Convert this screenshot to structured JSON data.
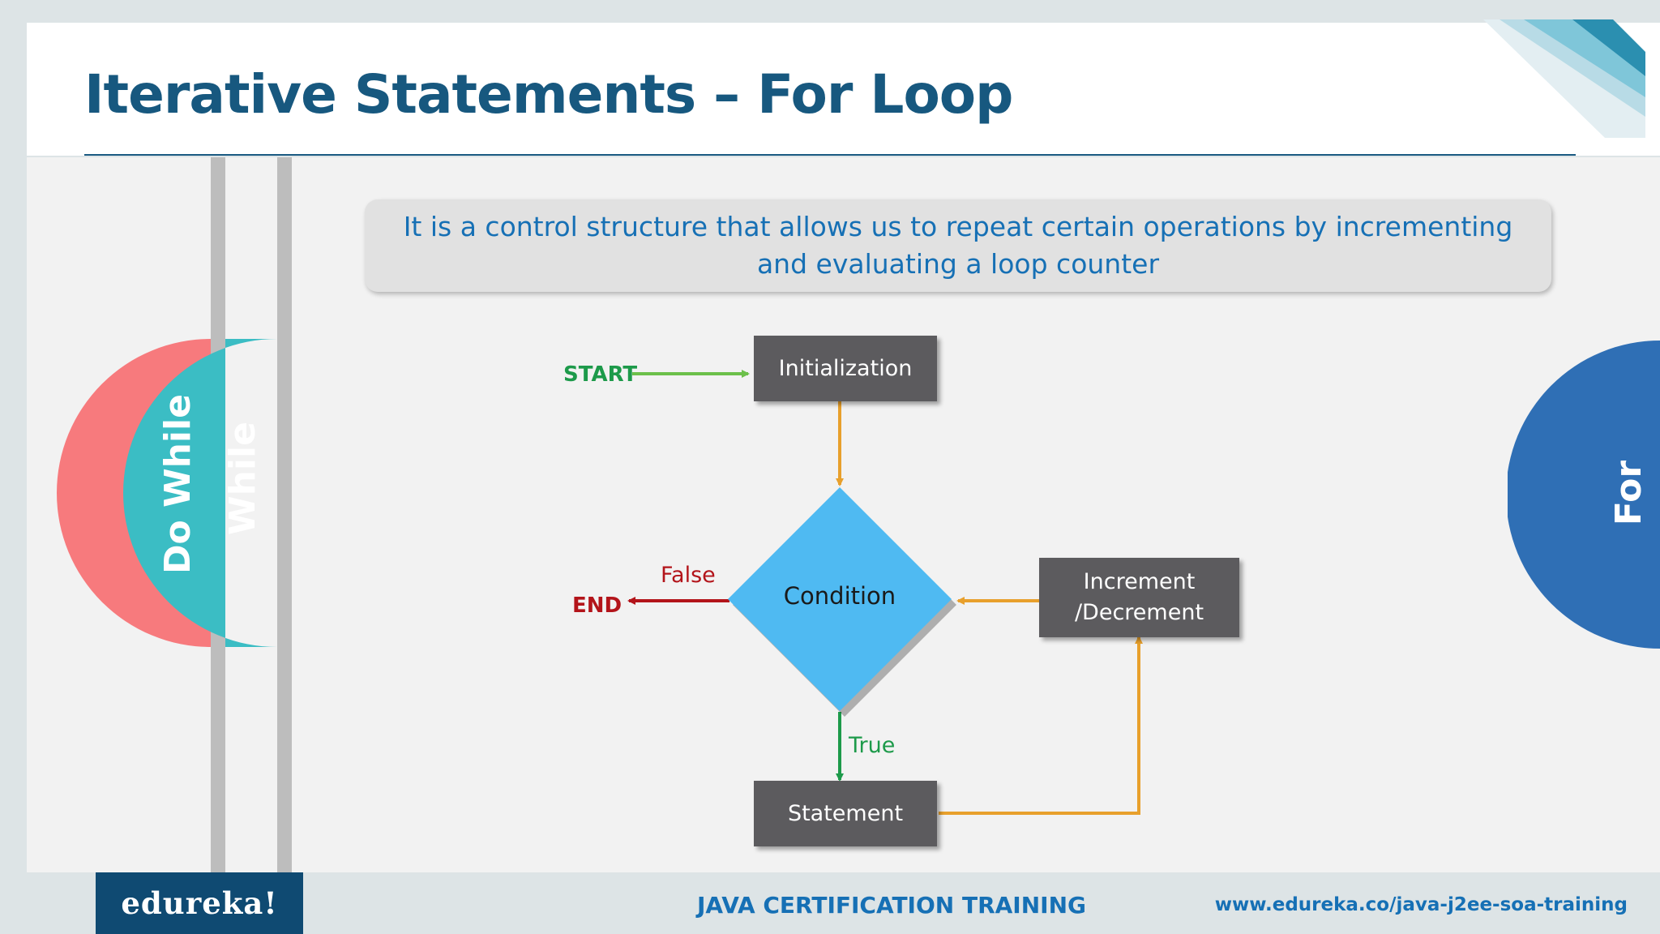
{
  "slide": {
    "title": "Iterative Statements – For Loop",
    "description": "It is a control structure that allows us to repeat certain operations by incrementing and evaluating a loop counter"
  },
  "tabs": [
    {
      "label": "Do While",
      "color": "#f77a7d"
    },
    {
      "label": "While",
      "color": "#3bbdc4"
    },
    {
      "label": "For",
      "color": "#2f6fb5"
    }
  ],
  "flowchart": {
    "start_label": "START",
    "end_label": "END",
    "initialization": "Initialization",
    "condition": "Condition",
    "statement": "Statement",
    "increment_line1": "Increment",
    "increment_line2": "/Decrement",
    "false_label": "False",
    "true_label": "True"
  },
  "footer": {
    "logo": "edureka!",
    "course": "JAVA CERTIFICATION TRAINING",
    "url": "www.edureka.co/java-j2ee-soa-training"
  },
  "colors": {
    "title": "#17587f",
    "accent_blue": "#1670b5",
    "box": "#5c5b5e",
    "diamond": "#4fbaf2",
    "start_green": "#1d9a4a",
    "end_red": "#b3141a",
    "orange": "#e8a02c"
  }
}
